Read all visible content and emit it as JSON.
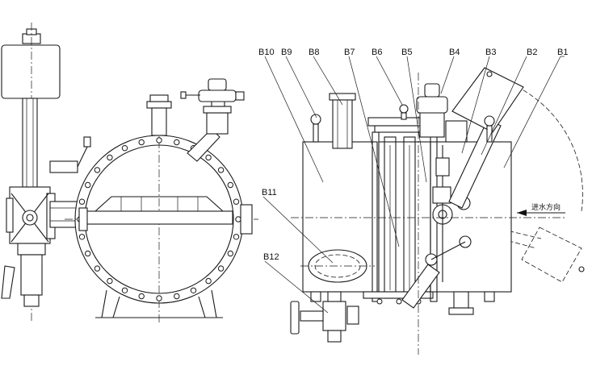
{
  "labels": {
    "b1": "B1",
    "b2": "B2",
    "b3": "B3",
    "b4": "B4",
    "b5": "B5",
    "b6": "B6",
    "b7": "B7",
    "b8": "B8",
    "b9": "B9",
    "b10": "B10",
    "b11": "B11",
    "b12": "B12"
  },
  "flow_direction": "进水方向"
}
